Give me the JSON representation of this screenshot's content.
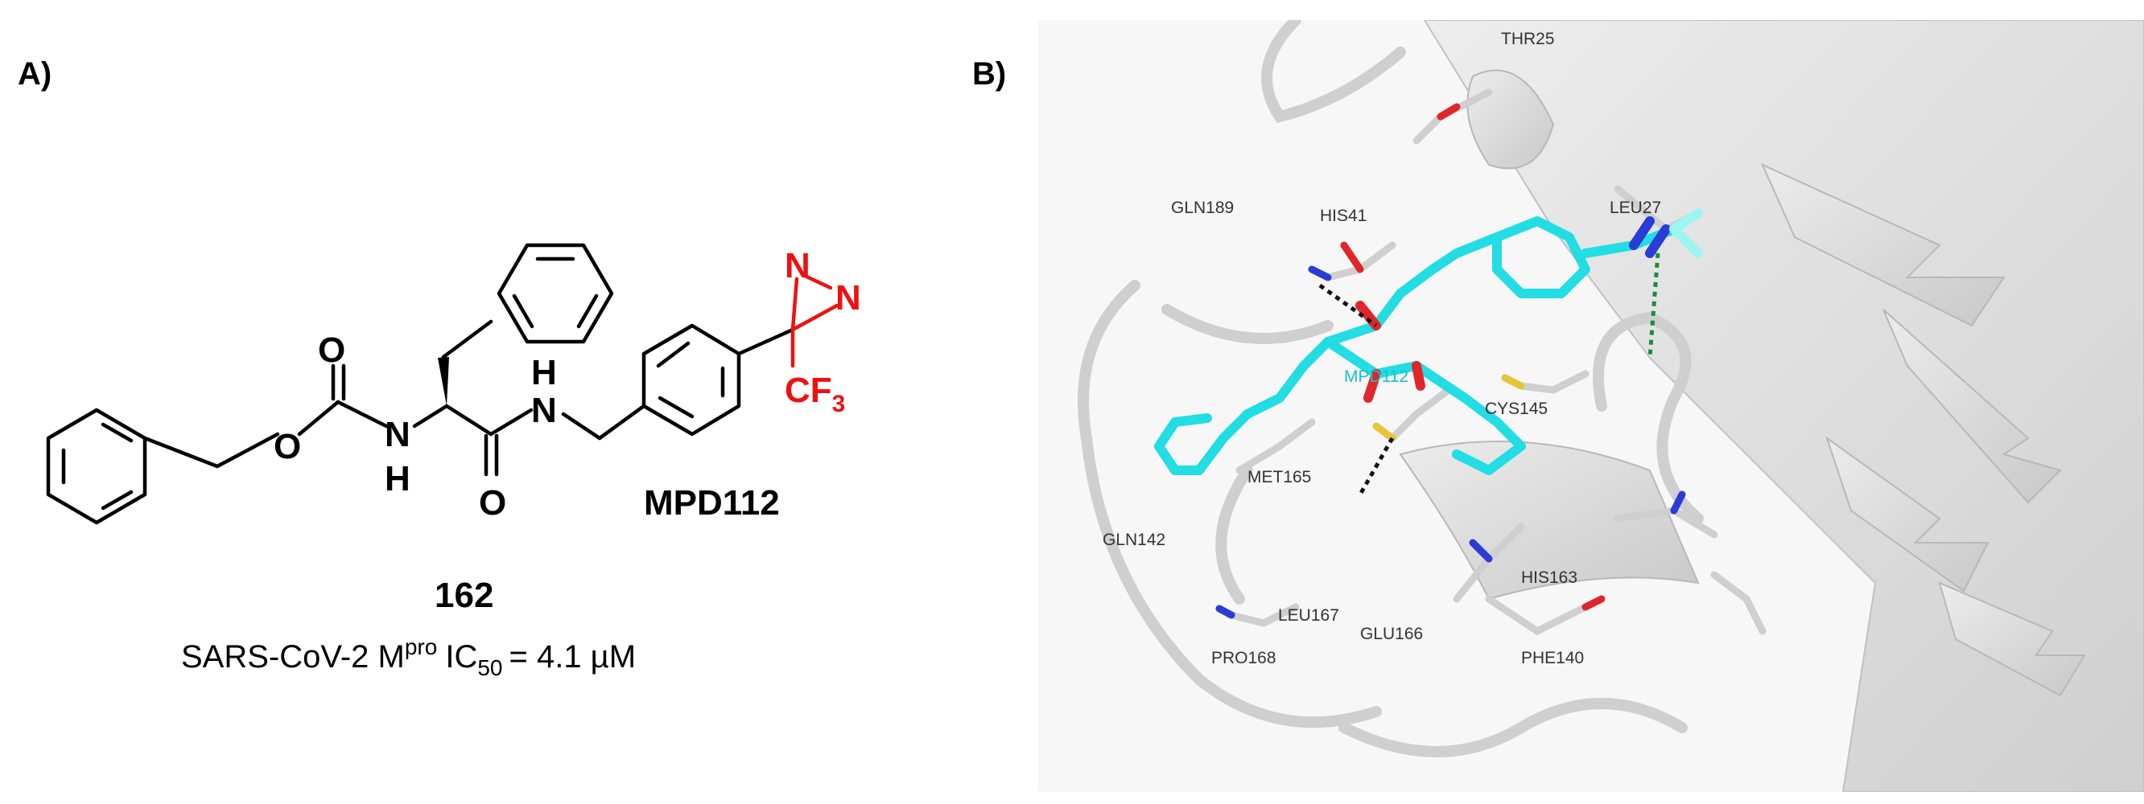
{
  "panels": {
    "a": {
      "label": "A)"
    },
    "b": {
      "label": "B)"
    }
  },
  "structure": {
    "atoms": {
      "carbonyl_o1": "O",
      "ester_o": "O",
      "nh_n": "N",
      "nh_h": "H",
      "amide_h": "H",
      "amide_n": "N",
      "carbonyl_o2": "O",
      "diazirine_n1": "N",
      "diazirine_n2": "N",
      "cf3_cf": "CF",
      "cf3_sub": "3"
    },
    "probe_name": "MPD112",
    "compound_number": "162",
    "activity": {
      "target": "SARS-CoV-2 M",
      "target_sup": "pro",
      "measure": "IC",
      "measure_sub": "50",
      "value": "= 4.1 µM"
    },
    "colors": {
      "bonds": "#000000",
      "diazirine": "#ee1111"
    }
  },
  "protein_view": {
    "residue_labels": {
      "thr25": "THR25",
      "gln189": "GLN189",
      "his41": "HIS41",
      "leu27": "LEU27",
      "mpd112": "MPD112",
      "cys145": "CYS145",
      "met165": "MET165",
      "gln142": "GLN142",
      "his163": "HIS163",
      "leu167": "LEU167",
      "glu166": "GLU166",
      "pro168": "PRO168",
      "phe140": "PHE140"
    },
    "colors": {
      "ligand": "#22dde3",
      "protein": "#dcdcdc",
      "nitrogen": "#2b3cd6",
      "oxygen": "#e0262b",
      "sulfur": "#e8c43a",
      "fluorine": "#9cf5f0",
      "hbond": "#111111",
      "covalent_contact": "#1f8a3a"
    }
  }
}
